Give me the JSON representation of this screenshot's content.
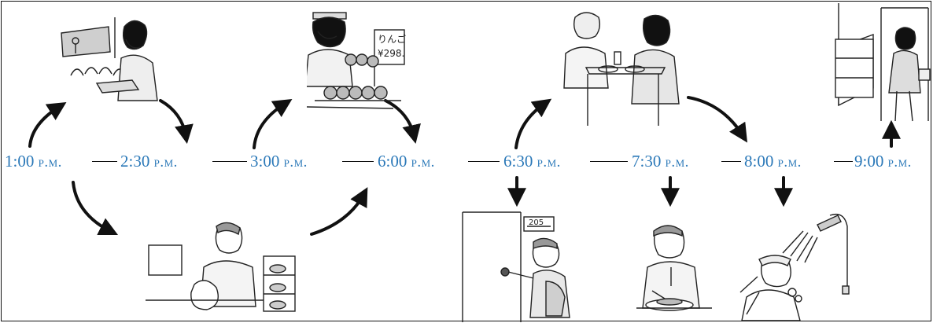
{
  "timeline": [
    {
      "time": "1:00",
      "suffix": "p.m."
    },
    {
      "time": "2:30",
      "suffix": "p.m."
    },
    {
      "time": "3:00",
      "suffix": "p.m."
    },
    {
      "time": "6:00",
      "suffix": "p.m."
    },
    {
      "time": "6:30",
      "suffix": "p.m."
    },
    {
      "time": "7:30",
      "suffix": "p.m."
    },
    {
      "time": "8:00",
      "suffix": "p.m."
    },
    {
      "time": "9:00",
      "suffix": "p.m."
    }
  ],
  "price_sign": {
    "line1": "りんご",
    "line2": "¥298."
  },
  "door_plate": "205",
  "colors": {
    "timeline_text": "#2a78b8",
    "line": "#111111",
    "arrow": "#111111"
  },
  "illustrations": {
    "woman_lecture": "woman-in-lecture-hall-icon",
    "woman_shop": "woman-selling-apples-icon",
    "women_cafe": "two-women-at-cafe-icon",
    "woman_home": "woman-entering-home-icon",
    "man_store": "man-at-store-counter-icon",
    "boy_door": "boy-opening-door-icon",
    "boy_eating": "boy-eating-curry-icon",
    "boy_shower": "boy-in-shower-icon"
  }
}
